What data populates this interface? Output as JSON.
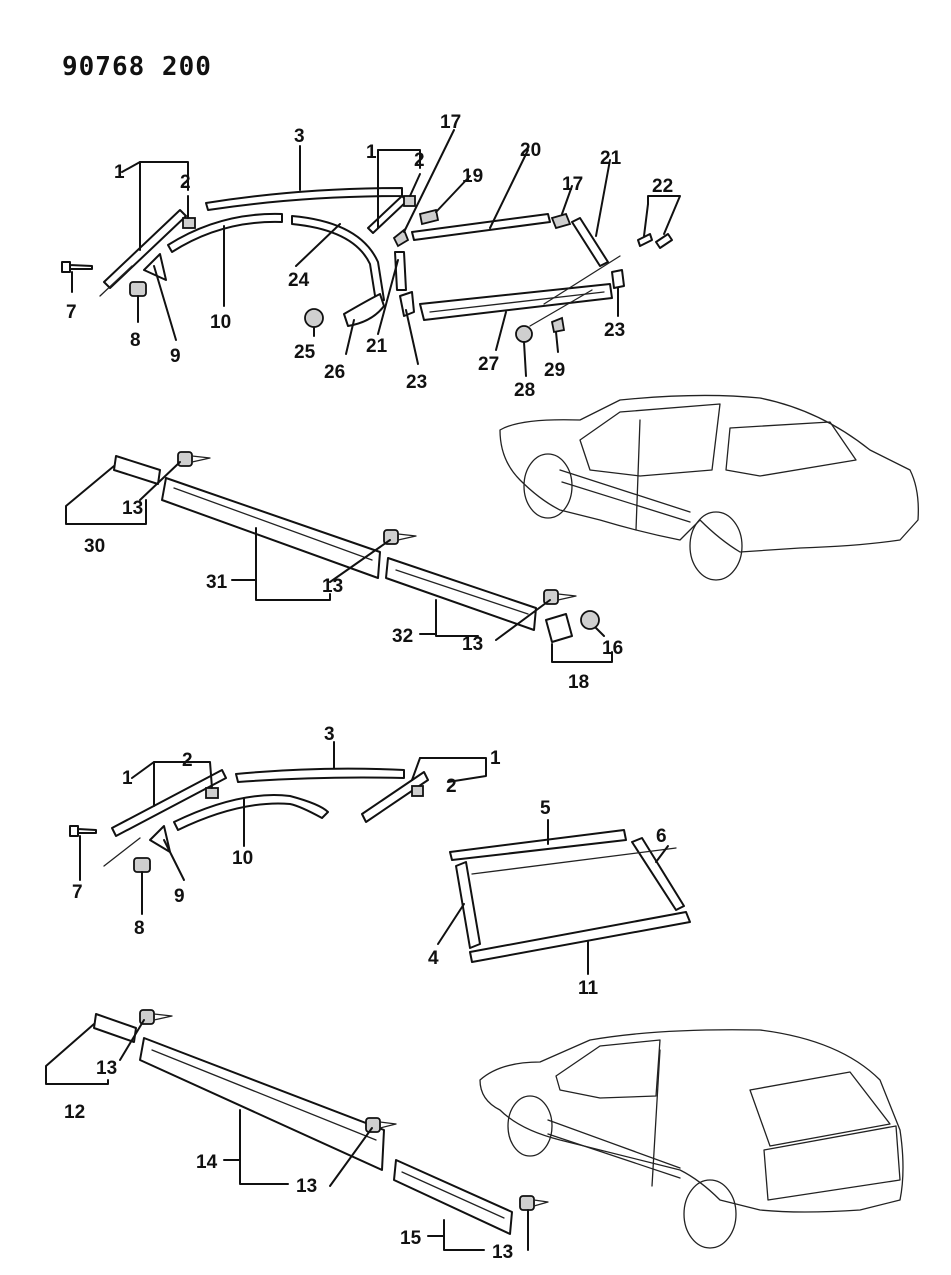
{
  "diagram_number": "90768 200",
  "labels": {
    "a1": "1",
    "a2": "2",
    "a3": "3",
    "a2b": "2",
    "a1b": "1",
    "a17": "17",
    "a19": "19",
    "a20": "20",
    "a17b": "17",
    "a21": "21",
    "a22": "22",
    "a7": "7",
    "a8": "8",
    "a9": "9",
    "a10": "10",
    "a24": "24",
    "a25": "25",
    "a26": "26",
    "a21b": "21",
    "a23": "23",
    "a27": "27",
    "a28": "28",
    "a29": "29",
    "a23b": "23",
    "b13a": "13",
    "b30": "30",
    "b31": "31",
    "b13b": "13",
    "b32": "32",
    "b13c": "13",
    "b16": "16",
    "b18": "18",
    "c3": "3",
    "c1": "1",
    "c2": "2",
    "c1b": "1",
    "c2b": "2",
    "c7": "7",
    "c8": "8",
    "c9": "9",
    "c10": "10",
    "c5": "5",
    "c6": "6",
    "c4": "4",
    "c11": "11",
    "d12": "12",
    "d13a": "13",
    "d14": "14",
    "d13b": "13",
    "d15": "15",
    "d13c": "13"
  }
}
